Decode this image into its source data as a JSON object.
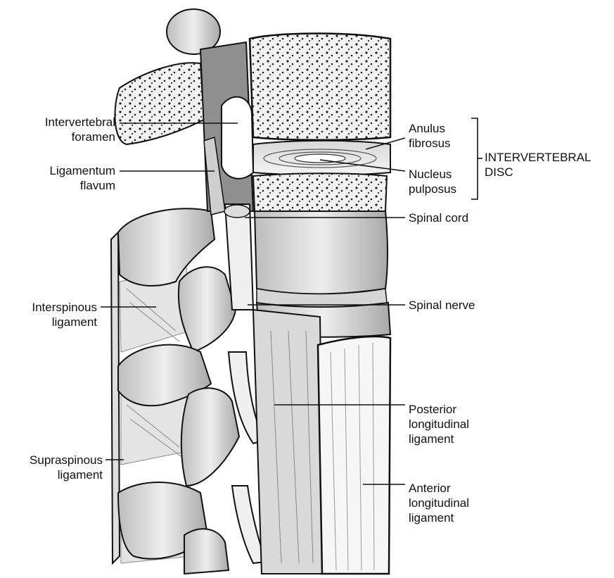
{
  "labels": {
    "intervertebral_foramen": [
      "Intervertebral",
      "foramen"
    ],
    "ligamentum_flavum": [
      "Ligamentum",
      "flavum"
    ],
    "interspinous_ligament": [
      "Interspinous",
      "ligament"
    ],
    "supraspinous_ligament": [
      "Supraspinous",
      "ligament"
    ],
    "anulus_fibrosus": [
      "Anulus",
      "fibrosus"
    ],
    "nucleus_pulposus": [
      "Nucleus",
      "pulposus"
    ],
    "intervertebral_disc": [
      "INTERVERTEBRAL",
      "DISC"
    ],
    "spinal_cord": "Spinal cord",
    "spinal_nerve": "Spinal nerve",
    "posterior_longitudinal_ligament": [
      "Posterior",
      "longitudinal",
      "ligament"
    ],
    "anterior_longitudinal_ligament": [
      "Anterior",
      "longitudinal",
      "ligament"
    ]
  },
  "colors": {
    "ink": "#111111",
    "bone": "#e6e6e6",
    "bone_shadow": "#9a9a9a",
    "ligament": "#d4d4d4",
    "background": "#ffffff"
  }
}
